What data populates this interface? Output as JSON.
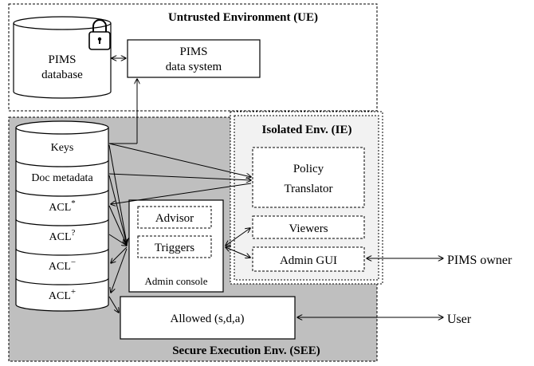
{
  "regions": {
    "ue_title": "Untrusted Environment (UE)",
    "ie_title": "Isolated Env. (IE)",
    "see_title": "Secure Execution Env. (SEE)"
  },
  "components": {
    "pims_database": [
      "PIMS",
      "database"
    ],
    "pims_data_system": [
      "PIMS",
      "data system"
    ],
    "policy_translator": [
      "Policy",
      "Translator"
    ],
    "viewers": "Viewers",
    "admin_gui": "Admin GUI",
    "advisor": "Advisor",
    "triggers": "Triggers",
    "admin_console": "Admin console",
    "allowed": "Allowed (s,d,a)"
  },
  "stack": {
    "keys": "Keys",
    "doc_metadata": "Doc metadata",
    "acl_star": {
      "base": "ACL",
      "sup": "*"
    },
    "acl_question": {
      "base": "ACL",
      "sup": "?"
    },
    "acl_minus": {
      "base": "ACL",
      "sup": "−"
    },
    "acl_plus": {
      "base": "ACL",
      "sup": "+"
    }
  },
  "external": {
    "pims_owner": "PIMS owner",
    "user": "User"
  },
  "colors": {
    "see_fill": "#bfbfbf",
    "ie_fill": "#f2f2f2",
    "line": "#000000",
    "box_fill": "#ffffff"
  }
}
